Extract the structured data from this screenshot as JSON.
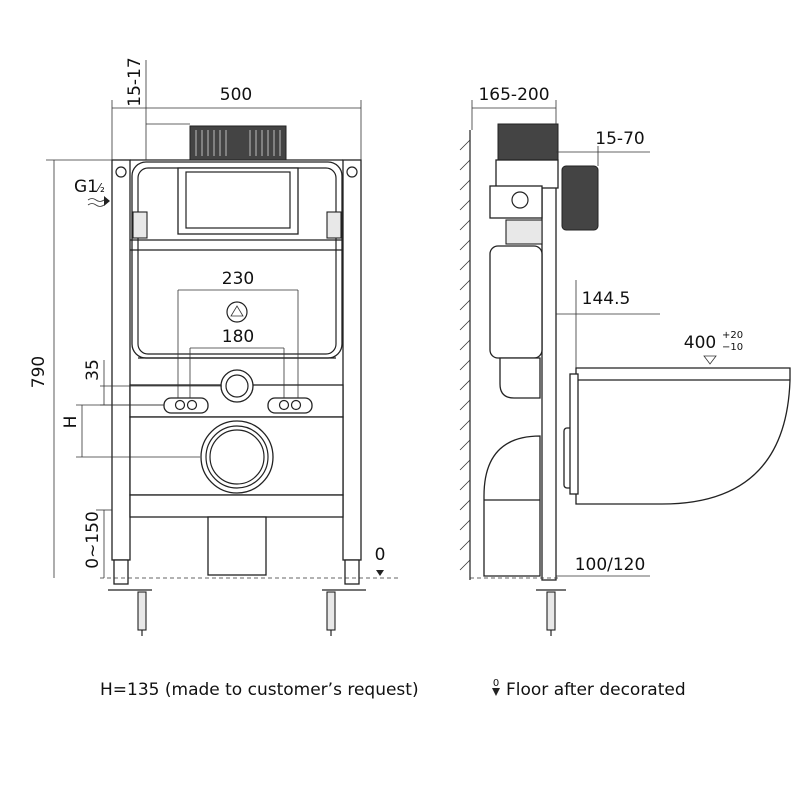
{
  "front_view": {
    "width_label": "500",
    "top_offset_label": "15-17",
    "height_label": "790",
    "water_inlet_label": "G1₂",
    "inlet_main": "G1",
    "inlet_sub": "⁄₂",
    "bolt_spacing_outer_label": "230",
    "bolt_spacing_inner_label": "180",
    "spacing_35_label": "35",
    "h_label": "H",
    "floor_range_label": "0~150",
    "floor_zero_label": "0"
  },
  "side_view": {
    "depth_label": "165-200",
    "button_offset_label": "15-70",
    "pipe_height_label": "144.5",
    "bowl_projection_label": "400",
    "bowl_tolerance_plus": "+20",
    "bowl_tolerance_minus": "−10",
    "drain_label": "100/120"
  },
  "notes": {
    "h_note": "H=135 (made to customer’s request)",
    "floor_note": "Floor after decorated",
    "floor_symbol": "0"
  }
}
